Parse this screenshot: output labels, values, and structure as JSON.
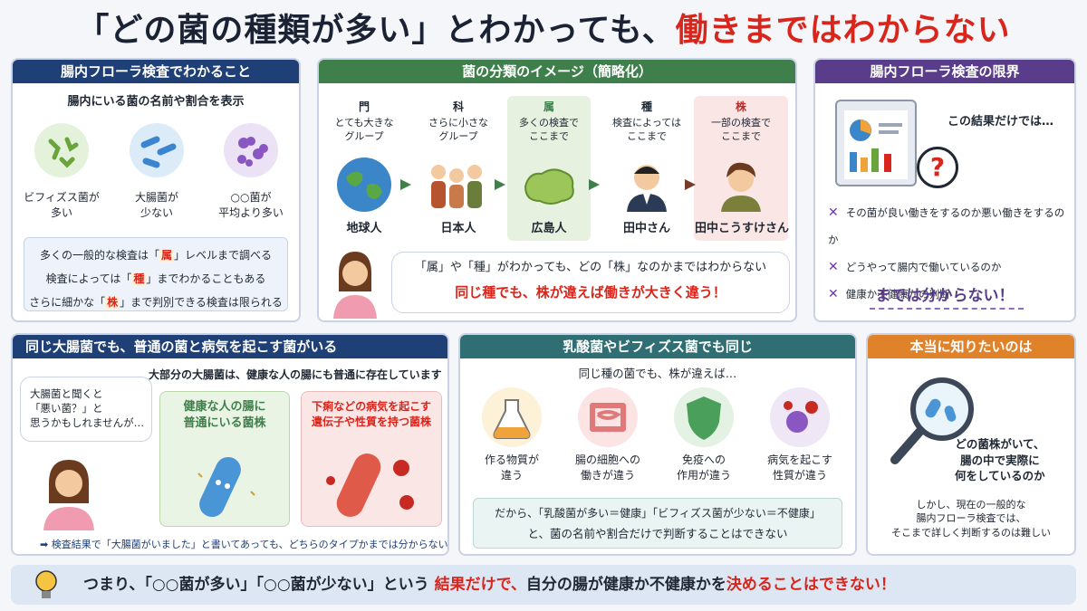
{
  "title": {
    "part1": "「どの菌の種類が多い」とわかっても、",
    "part2": "働きまではわからない"
  },
  "p1": {
    "header": "腸内フローラ検査でわかること",
    "sub": "腸内にいる菌の名前や割合を表示",
    "bac": [
      {
        "l1": "ビフィズス菌が",
        "l2": "多い"
      },
      {
        "l1": "大腸菌が",
        "l2": "少ない"
      },
      {
        "l1": "○○菌が",
        "l2": "平均より多い"
      }
    ],
    "notes": [
      {
        "pre": "多くの一般的な検査は「",
        "em": "属",
        "post": "」レベルまで調べる"
      },
      {
        "pre": "検査によっては「",
        "em": "種",
        "post": "」までわかることもある"
      },
      {
        "pre": "さらに細かな「",
        "em": "株",
        "post": "」まで判別できる検査は限られる"
      }
    ]
  },
  "p2": {
    "header": "菌の分類のイメージ（簡略化）",
    "cols": [
      {
        "name": "門",
        "d1": "とても大きな",
        "d2": "グループ",
        "label": "地球人"
      },
      {
        "name": "科",
        "d1": "さらに小さな",
        "d2": "グループ",
        "label": "日本人"
      },
      {
        "name": "属",
        "d1": "多くの検査で",
        "d2": "ここまで",
        "label": "広島人"
      },
      {
        "name": "種",
        "d1": "検査によっては",
        "d2": "ここまで",
        "label": "田中さん"
      },
      {
        "name": "株",
        "d1": "一部の検査で",
        "d2": "ここまで",
        "label": "田中こうすけさん"
      }
    ],
    "bubble1": "「属」や「種」がわかっても、どの「株」なのかまではわからない",
    "bubble2": "同じ種でも、株が違えば働きが大きく違う！"
  },
  "p3": {
    "header": "腸内フローラ検査の限界",
    "q": "この結果だけでは…",
    "items": [
      "その菌が良い働きをするのか悪い働きをするのか",
      "どうやって腸内で働いているのか",
      "健康か不健康かの判断"
    ],
    "conclusion": "までは分からない！"
  },
  "p4": {
    "header": "同じ大腸菌でも、普通の菌と病気を起こす菌がいる",
    "sub": "大部分の大腸菌は、健康な人の腸にも普通に存在しています",
    "bubble": [
      "大腸菌と聞くと",
      "「悪い菌？」と",
      "思うかもしれませんが…"
    ],
    "good": [
      "健康な人の腸に",
      "普通にいる菌株"
    ],
    "bad": [
      "下痢などの病気を起こす",
      "遺伝子や性質を持つ菌株"
    ],
    "footer": "検査結果で「大腸菌がいました」と書いてあっても、どちらのタイプかまでは分からない"
  },
  "p5": {
    "header": "乳酸菌やビフィズス菌でも同じ",
    "sub": "同じ種の菌でも、株が違えば…",
    "items": [
      {
        "l1": "作る物質が",
        "l2": "違う"
      },
      {
        "l1": "腸の細胞への",
        "l2": "働きが違う"
      },
      {
        "l1": "免疫への",
        "l2": "作用が違う"
      },
      {
        "l1": "病気を起こす",
        "l2": "性質が違う"
      }
    ],
    "note1": "だから、「乳酸菌が多い＝健康」「ビフィズス菌が少ない＝不健康」",
    "note2": "と、菌の名前や割合だけで判断することはできない"
  },
  "p6": {
    "header": "本当に知りたいのは",
    "q": [
      "どの菌株がいて、",
      "腸の中で実際に",
      "何をしているのか"
    ],
    "note": [
      "しかし、現在の一般的な",
      "腸内フローラ検査では、",
      "そこまで詳しく判断するのは難しい"
    ]
  },
  "bottom": {
    "p1": "つまり、「○○菌が多い」「○○菌が少ない」という",
    "p2": "結果だけで、",
    "p3": "自分の腸が健康か不健康かを",
    "p4": "決めることはできない！"
  }
}
